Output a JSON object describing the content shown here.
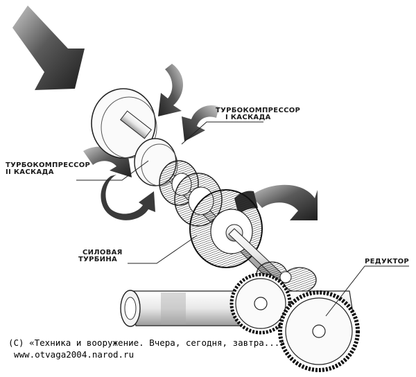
{
  "labels": {
    "hp_compressor": {
      "line1": "ТУРБОКОМПРЕССОР",
      "line2": "I КАСКАДА"
    },
    "lp_compressor": {
      "line1": "ТУРБОКОМПРЕССОР",
      "line2": "II КАСКАДА"
    },
    "power_turbine": {
      "line1": "СИЛОВАЯ",
      "line2": "ТУРБИНА"
    },
    "reducer": "РЕДУКТОР"
  },
  "credit": {
    "line1": "(С) «Техника и вооружение. Вчера, сегодня, завтра...»",
    "line2": "www.otvaga2004.narod.ru"
  },
  "colors": {
    "ink": "#1a1a1a",
    "arrow_fill": "#3a3a3a",
    "background": "#ffffff"
  }
}
